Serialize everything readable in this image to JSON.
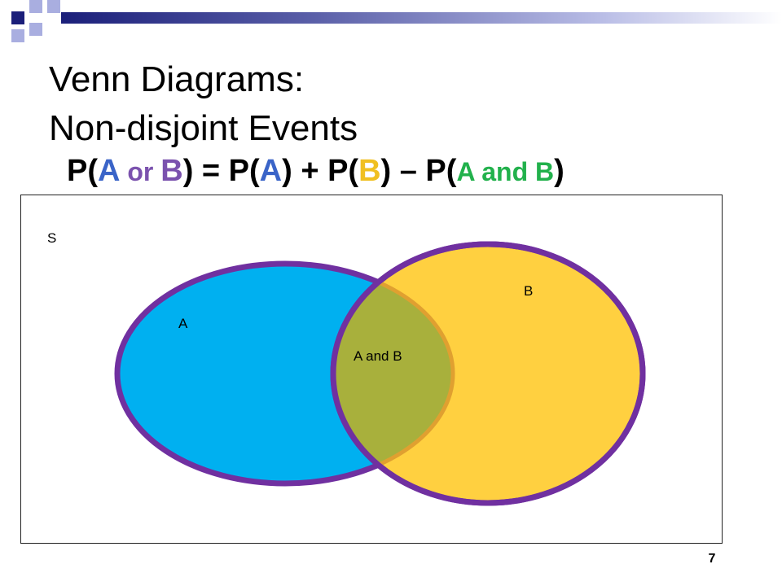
{
  "slide": {
    "title_line1": "Venn Diagrams:",
    "title_line2": "Non-disjoint Events",
    "page_number": "7"
  },
  "formula": {
    "p1": "P(",
    "a1": "A",
    "or": " or ",
    "b1": "B",
    "p2": ") = P(",
    "a2": "A",
    "p3": ") + P(",
    "b2": "B",
    "p4": ") – P(",
    "aandb": "A and B",
    "p5": ")"
  },
  "venn": {
    "sample_space_label": "S",
    "set_a_label": "A",
    "set_b_label": "B",
    "intersection_label": "A and B"
  },
  "colors": {
    "brand_navy": "#1b1f7a",
    "brand_lavender": "#a9aee0",
    "set_a_fill": "#00b0f0",
    "set_b_fill": "#ffd040",
    "intersection_fill": "#a8b03c",
    "outline_purple": "#7030a0",
    "formula_a": "#3a64c8",
    "formula_b": "#f0c020",
    "formula_or": "#7b52ae",
    "formula_aandb": "#22b14c"
  }
}
